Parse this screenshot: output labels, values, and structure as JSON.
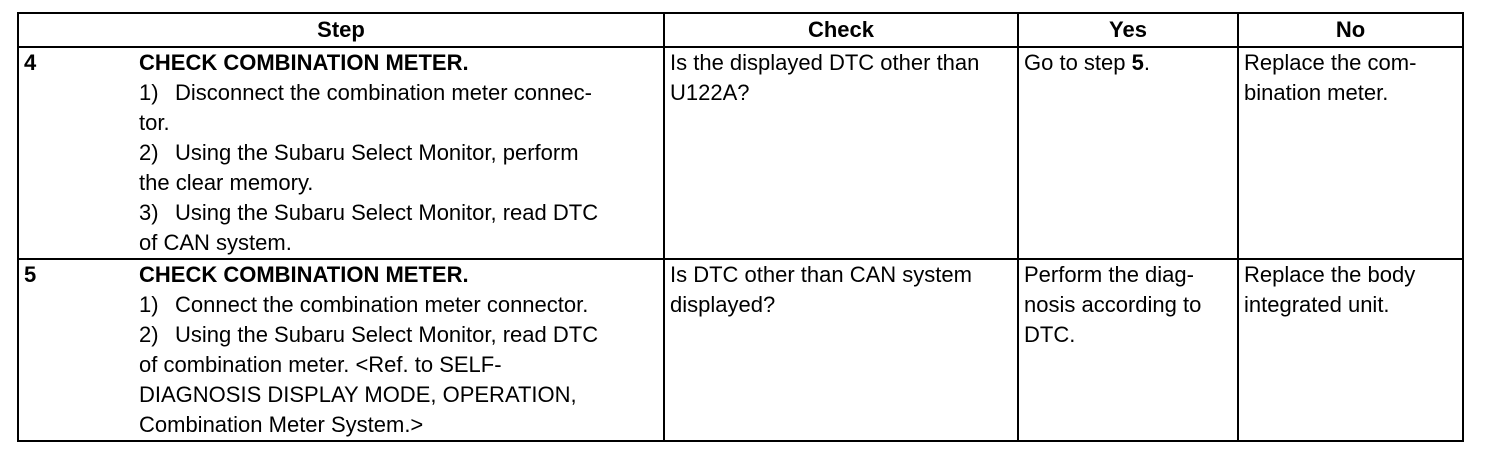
{
  "headers": {
    "step": "Step",
    "check": "Check",
    "yes": "Yes",
    "no": "No"
  },
  "rows": [
    {
      "number": "4",
      "title": "CHECK COMBINATION METER.",
      "sub_steps": [
        {
          "num": "1)",
          "text_first": "Disconnect the combination meter connec-",
          "text_rest": "tor."
        },
        {
          "num": "2)",
          "text_first": "Using the Subaru Select Monitor, perform",
          "text_rest": "the clear memory."
        },
        {
          "num": "3)",
          "text_first": "Using the Subaru Select Monitor, read DTC",
          "text_rest": "of CAN system."
        }
      ],
      "check": "Is the displayed DTC other than\nU122A?",
      "yes_prefix": "Go to step ",
      "yes_bold": "5",
      "yes_suffix": ".",
      "no": "Replace the com-\nbination meter."
    },
    {
      "number": "5",
      "title": "CHECK COMBINATION METER.",
      "sub_steps": [
        {
          "num": "1)",
          "text_first": "Connect the combination meter connector.",
          "text_rest": ""
        },
        {
          "num": "2)",
          "text_first": "Using the Subaru Select Monitor, read DTC",
          "text_rest": "of combination meter. <Ref. to SELF-\nDIAGNOSIS DISPLAY MODE, OPERATION,\nCombination Meter System.>"
        }
      ],
      "check": "Is DTC other than CAN system\ndisplayed?",
      "yes": "Perform the diag-\nnosis according to\nDTC.",
      "no": "Replace the body\nintegrated unit."
    }
  ]
}
